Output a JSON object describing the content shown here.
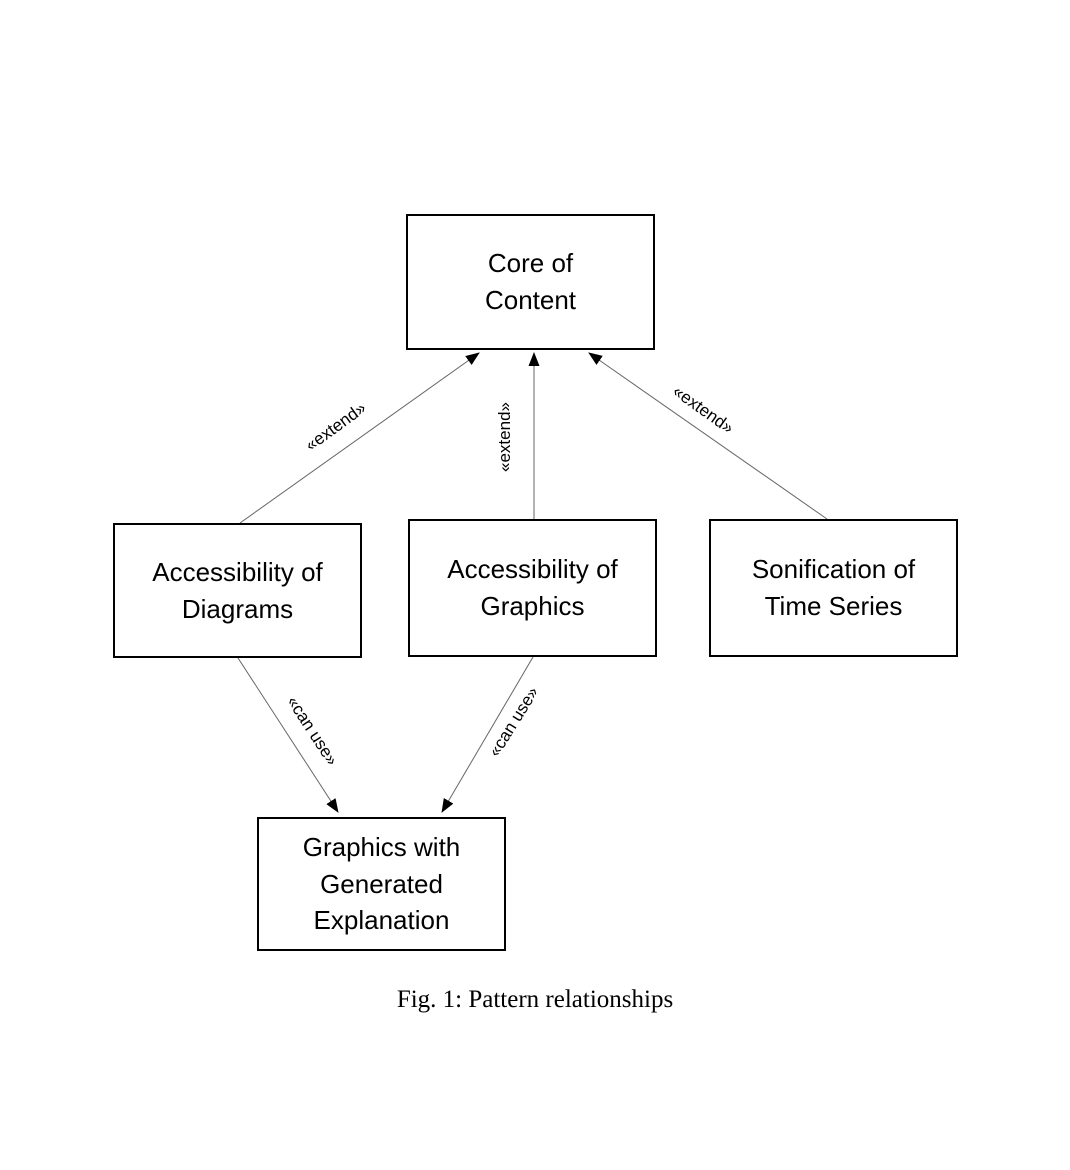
{
  "figure": {
    "caption": "Fig. 1: Pattern relationships",
    "diagram": {
      "nodes": [
        {
          "id": "core-of-content",
          "label": "Core of\nContent"
        },
        {
          "id": "accessibility-of-diagrams",
          "label": "Accessibility of\nDiagrams"
        },
        {
          "id": "accessibility-of-graphics",
          "label": "Accessibility of\nGraphics"
        },
        {
          "id": "sonification-of-time-series",
          "label": "Sonification of\nTime Series"
        },
        {
          "id": "graphics-with-generated-explanation",
          "label": "Graphics with\nGenerated\nExplanation"
        }
      ],
      "edges": [
        {
          "from": "accessibility-of-diagrams",
          "to": "core-of-content",
          "label": "«extend»"
        },
        {
          "from": "accessibility-of-graphics",
          "to": "core-of-content",
          "label": "«extend»"
        },
        {
          "from": "sonification-of-time-series",
          "to": "core-of-content",
          "label": "«extend»"
        },
        {
          "from": "accessibility-of-diagrams",
          "to": "graphics-with-generated-explanation",
          "label": "«can use»"
        },
        {
          "from": "accessibility-of-graphics",
          "to": "graphics-with-generated-explanation",
          "label": "«can use»"
        }
      ],
      "colors": {
        "node_fill": "#ffffff",
        "node_border": "#000000",
        "edge_line": "#666666",
        "arrowhead": "#000000",
        "text": "#000000"
      }
    }
  }
}
